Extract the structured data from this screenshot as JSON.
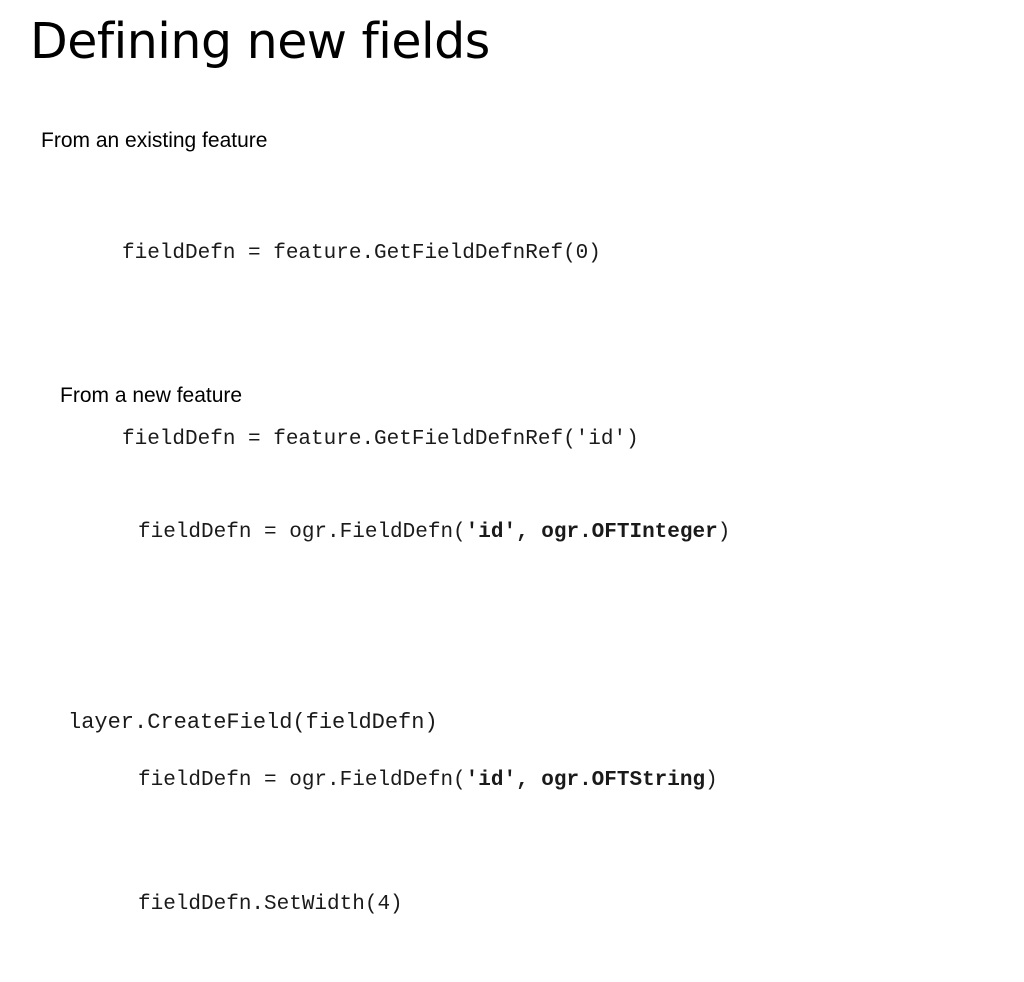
{
  "slide": {
    "title": "Defining new fields",
    "background_color": "#ffffff",
    "text_color": "#000000",
    "code_color": "#1a1a1a"
  },
  "sections": {
    "existing": {
      "heading": "From an existing feature",
      "lines": [
        {
          "plain": "fieldDefn = feature.GetFieldDefnRef(0)"
        },
        {
          "plain": ""
        },
        {
          "plain": "fieldDefn = feature.GetFieldDefnRef('id')"
        }
      ]
    },
    "new": {
      "heading": "From a new feature",
      "lines": [
        {
          "prefix": "fieldDefn = ogr.FieldDefn(",
          "bold": "'id', ogr.OFTInteger",
          "suffix": ")"
        },
        {
          "plain": ""
        },
        {
          "prefix": "fieldDefn = ogr.FieldDefn(",
          "bold": "'id', ogr.OFTString",
          "suffix": ")"
        },
        {
          "plain": "fieldDefn.SetWidth(4)"
        }
      ]
    }
  },
  "create_field": {
    "line": "layer.CreateField(fieldDefn)"
  }
}
